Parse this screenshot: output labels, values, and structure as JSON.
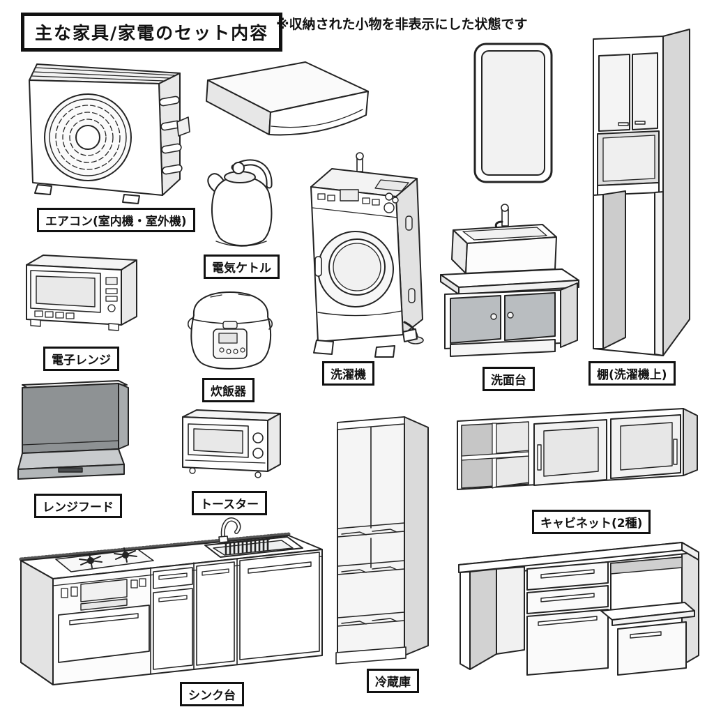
{
  "header": {
    "title": "主な家具/家電のセット内容",
    "note": "※収納された小物を非表示にした状態です"
  },
  "items": [
    {
      "id": "aircon",
      "label": "エアコン(室内機・室外機)"
    },
    {
      "id": "electric-kettle",
      "label": "電気ケトル"
    },
    {
      "id": "microwave",
      "label": "電子レンジ"
    },
    {
      "id": "rice-cooker",
      "label": "炊飯器"
    },
    {
      "id": "washing-machine",
      "label": "洗濯機"
    },
    {
      "id": "washstand",
      "label": "洗面台"
    },
    {
      "id": "laundry-shelf",
      "label": "棚(洗濯機上)"
    },
    {
      "id": "range-hood",
      "label": "レンジフード"
    },
    {
      "id": "toaster",
      "label": "トースター"
    },
    {
      "id": "cabinets",
      "label": "キャビネット(2種)"
    },
    {
      "id": "sink-counter",
      "label": "シンク台"
    },
    {
      "id": "refrigerator",
      "label": "冷蔵庫"
    }
  ],
  "colors": {
    "ink": "#232323",
    "light_gray": "#e8e8e8",
    "mid_gray": "#cfcfcf",
    "hood_gray": "#8e9294",
    "vanity_door_gray": "#b9bdc0"
  }
}
